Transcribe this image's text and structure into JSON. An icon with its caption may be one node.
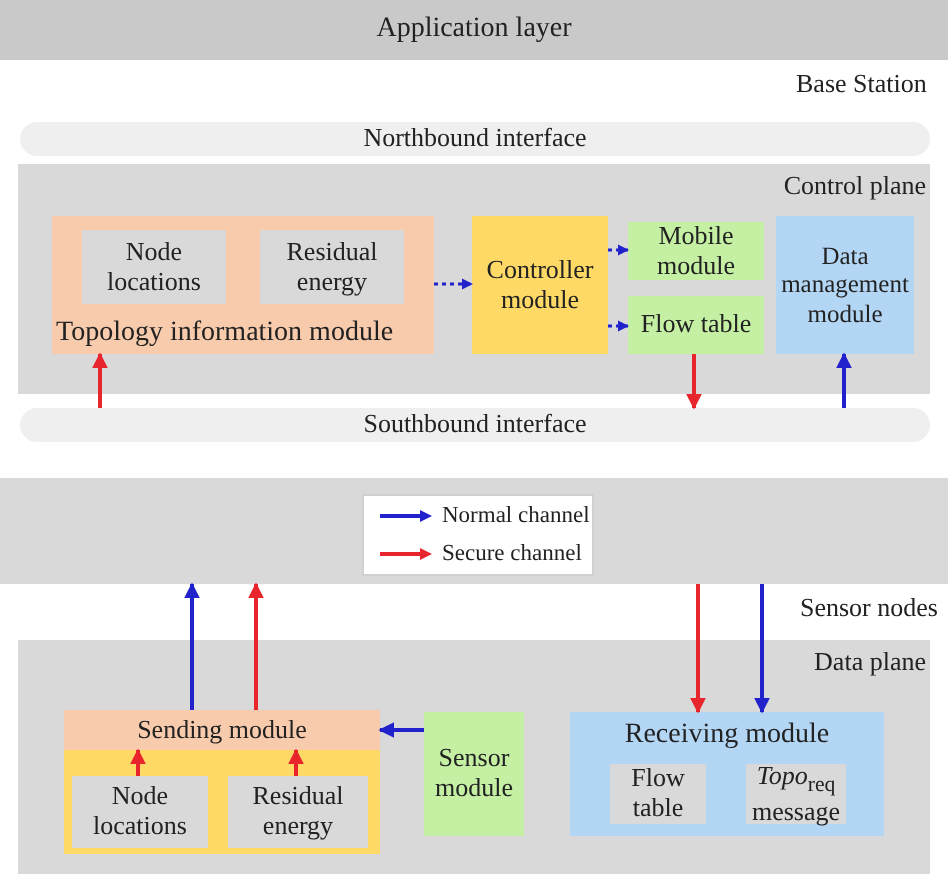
{
  "diagram": {
    "nodes": [
      {
        "text": [
          "Application layer"
        ]
      },
      {
        "text": [
          "Northbound interface"
        ]
      },
      {
        "text": [
          "Control plane"
        ]
      },
      {
        "text": [
          "Topology information module"
        ],
        "in": 2
      },
      {
        "text": [
          "Node locations"
        ],
        "in": 3
      },
      {
        "text": [
          "Residual energy"
        ],
        "in": 3
      },
      {
        "text": [
          "Controller module"
        ],
        "in": 2
      },
      {
        "text": [
          "Mobile module"
        ],
        "in": 2
      },
      {
        "text": [
          "Flow table"
        ],
        "in": 2
      },
      {
        "text": [
          "Data management module"
        ],
        "in": 2
      },
      {
        "text": [
          "Southbound interface"
        ]
      },
      {
        "text": [],
        "shape": "box"
      },
      {
        "text": [
          "Data plane"
        ]
      },
      {
        "text": [
          "Sending module"
        ],
        "in": 12
      },
      {
        "text": [],
        "shape": "box",
        "in": 12
      },
      {
        "text": [
          "Node locations"
        ],
        "in": 14
      },
      {
        "text": [
          "Residual energy"
        ],
        "in": 14
      },
      {
        "text": [
          "Sensor module"
        ],
        "in": 12
      },
      {
        "text": [
          "Receiving module"
        ],
        "in": 12
      },
      {
        "text": [
          "Flow table"
        ],
        "in": 18
      },
      {
        "text": [
          "*Topo*$_{req}$ message"
        ],
        "in": 18
      }
    ],
    "edges": [
      {
        "from": 3,
        "to": 6,
        "arrow": "to",
        "style": "dashed",
        "color": "#2222cc"
      },
      {
        "from": 6,
        "to": 7,
        "arrow": "to",
        "style": "dashed",
        "color": "#2222cc"
      },
      {
        "from": 6,
        "to": 8,
        "arrow": "to",
        "style": "dashed",
        "color": "#2222cc"
      },
      {
        "from": 10,
        "to": 3,
        "arrow": "to",
        "color": "#e8242c"
      },
      {
        "from": 8,
        "to": 10,
        "arrow": "to",
        "color": "#e8242c"
      },
      {
        "from": 10,
        "to": 9,
        "arrow": "to",
        "color": "#2222cc"
      },
      {
        "from": 17,
        "to": 13,
        "arrow": "to",
        "color": "#2222cc"
      },
      {
        "from": 13,
        "to": 11,
        "arrow": "to",
        "color": "#2222cc"
      },
      {
        "from": 13,
        "to": 11,
        "arrow": "to",
        "color": "#e8242c"
      },
      {
        "from": 11,
        "to": 18,
        "arrow": "to",
        "color": "#e8242c"
      },
      {
        "from": 11,
        "to": 18,
        "arrow": "to",
        "color": "#2222cc"
      },
      {
        "from": 15,
        "to": 13,
        "arrow": "to",
        "color": "#e8242c"
      },
      {
        "from": 16,
        "to": 13,
        "arrow": "to",
        "color": "#e8242c"
      }
    ],
    "labels": [
      "Base Station",
      "Sensor nodes"
    ],
    "legend": [
      {
        "text": "Normal channel"
      },
      {
        "text": "Secure channel"
      }
    ]
  }
}
